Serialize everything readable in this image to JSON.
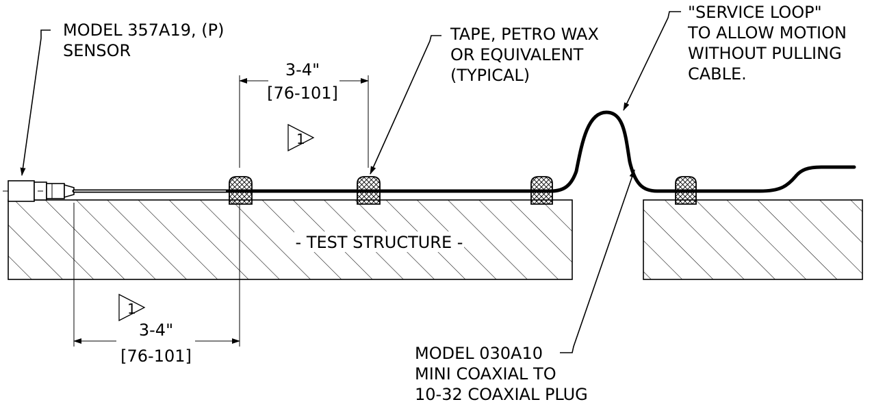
{
  "labels": {
    "sensor": [
      "MODEL 357A19, (P)",
      "SENSOR"
    ],
    "tape": [
      "TAPE, PETRO WAX",
      "OR EQUIVALENT",
      "(TYPICAL)"
    ],
    "loop": [
      "\"SERVICE LOOP\"",
      "TO ALLOW MOTION",
      "WITHOUT PULLING",
      "CABLE."
    ],
    "structure": "- TEST STRUCTURE -",
    "dim_top": [
      "3-4\"",
      "[76-101]"
    ],
    "dim_bottom": [
      "3-4\"",
      "[76-101]"
    ],
    "note_flag": "1",
    "plug": [
      "MODEL 030A10",
      "MINI COAXIAL TO",
      "10-32 COAXIAL PLUG"
    ]
  }
}
